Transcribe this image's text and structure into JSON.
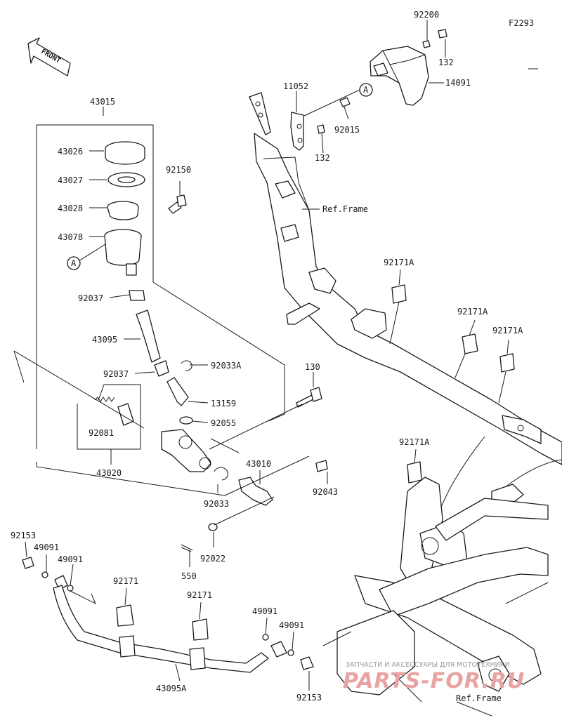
{
  "diagram_code": "F2293",
  "front_label": "FRONT",
  "callout_letter": "A",
  "ref_frame_label": "Ref.Frame",
  "part_labels": {
    "p92200": "92200",
    "p132a": "132",
    "p14091": "14091",
    "p11052": "11052",
    "p92015": "92015",
    "p132b": "132",
    "p43015": "43015",
    "p43026": "43026",
    "p43027": "43027",
    "p43028": "43028",
    "p43078": "43078",
    "p92150": "92150",
    "p92037a": "92037",
    "p43095": "43095",
    "p92037b": "92037",
    "p92033A": "92033A",
    "p13159": "13159",
    "p92055": "92055",
    "p92081": "92081",
    "p43020": "43020",
    "p92033": "92033",
    "p130": "130",
    "p43010": "43010",
    "p92043": "92043",
    "p92022": "92022",
    "p550": "550",
    "p92171A_1": "92171A",
    "p92171A_2": "92171A",
    "p92171A_3": "92171A",
    "p92171A_4": "92171A",
    "p92153a": "92153",
    "p49091a": "49091",
    "p49091b": "49091",
    "p92171_1": "92171",
    "p92171_2": "92171",
    "p49091c": "49091",
    "p49091d": "49091",
    "p43095A": "43095A",
    "p92153b": "92153"
  },
  "watermark": {
    "top": "ЗАПЧАСТИ И АКСЕССУАРЫ ДЛЯ МОТОТЕХНИКИ",
    "brand": "PARTS-FOR.RU"
  },
  "colors": {
    "line": "#1a1a1a",
    "watermark_red": "#e8a3a3",
    "watermark_grey": "#9a9a9a"
  }
}
